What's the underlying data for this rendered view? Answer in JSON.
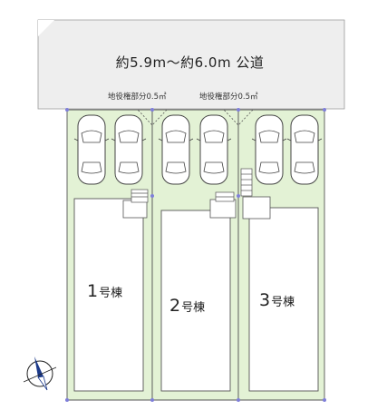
{
  "top_partial_text": "",
  "road": {
    "label": "約5.9m～約6.0m 公道"
  },
  "easements": [
    {
      "label": "地役権部分0.5㎡"
    },
    {
      "label": "地役権部分0.5㎡"
    }
  ],
  "lots": [
    {
      "number": "1",
      "suffix": "号棟"
    },
    {
      "number": "2",
      "suffix": "号棟"
    },
    {
      "number": "3",
      "suffix": "号棟"
    }
  ],
  "parking_spaces": 6,
  "compass": {
    "icon": "north-arrow-icon"
  },
  "colors": {
    "road": "#eeeeee",
    "lot_fill": "#e3f2d5",
    "building_fill": "#ffffff",
    "outline": "#555555",
    "point": "#7f7fd9"
  }
}
